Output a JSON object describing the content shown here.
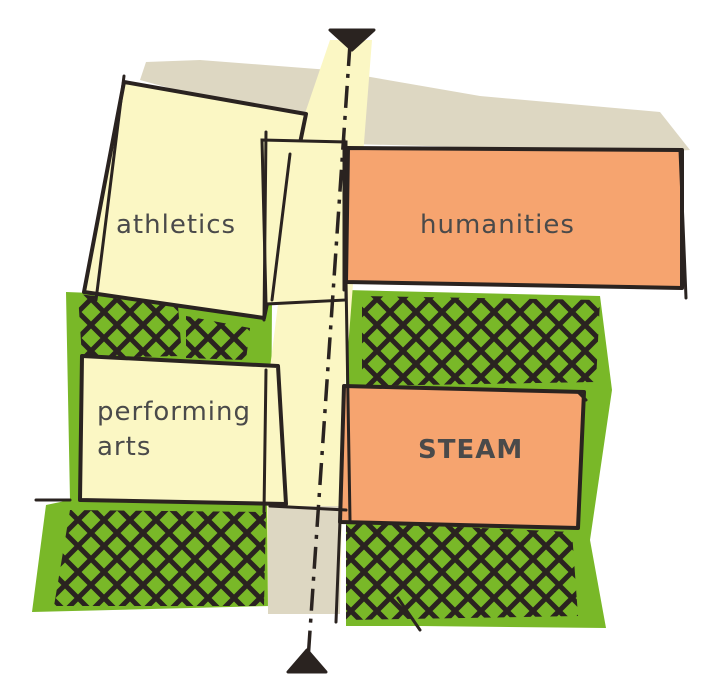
{
  "zones": {
    "athletics": {
      "label": "athletics"
    },
    "humanities": {
      "label": "humanities"
    },
    "performing_arts": {
      "label": "performing\narts"
    },
    "steam": {
      "label": "STEAM"
    }
  },
  "colors": {
    "background": "#ffffff",
    "green_space": "#79b828",
    "pale_yellow": "#fbf7c4",
    "orange": "#f6a46f",
    "path_tan": "#ddd7c2",
    "ink": "#2a2320",
    "label_text": "#4a4a4a"
  },
  "icons": {
    "top_arrow": "triangle-down",
    "bottom_arrow": "triangle-up"
  }
}
